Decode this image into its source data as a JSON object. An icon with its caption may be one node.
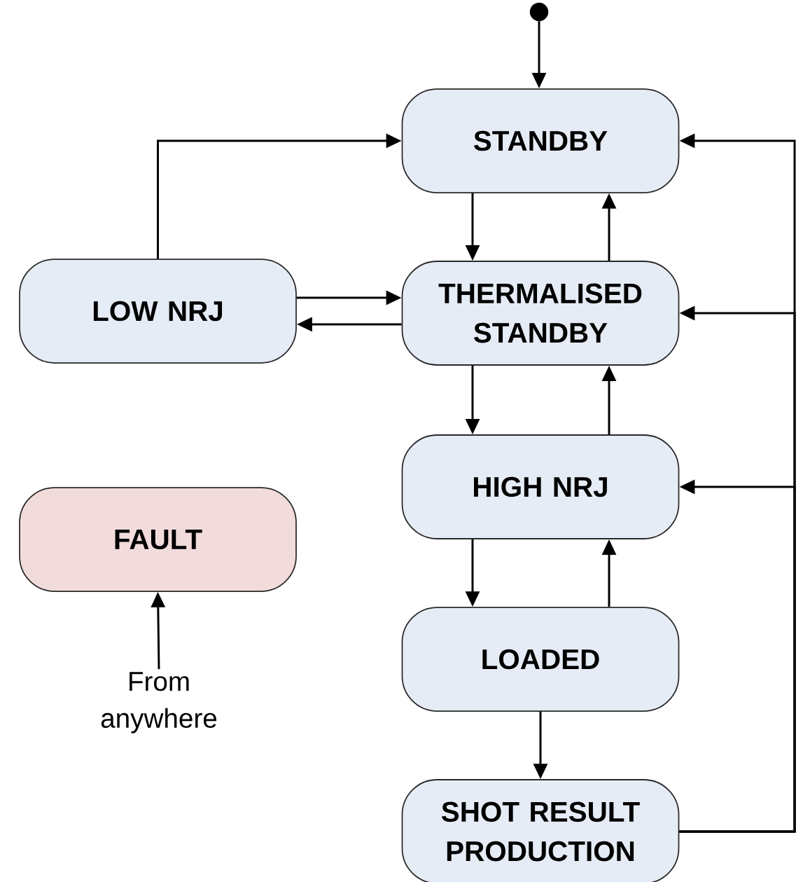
{
  "diagram": {
    "nodes": [
      {
        "text": [],
        "shape": "circle"
      },
      {
        "text": [
          "STANDBY"
        ]
      },
      {
        "text": [
          "THERMALISED STANDBY"
        ]
      },
      {
        "text": [
          "HIGH NRJ"
        ]
      },
      {
        "text": [
          "LOADED"
        ]
      },
      {
        "text": [
          "SHOT RESULT PRODUCTION"
        ]
      },
      {
        "text": [
          "LOW NRJ"
        ]
      },
      {
        "text": [
          "FAULT"
        ]
      },
      {
        "text": [
          "From anywhere"
        ]
      }
    ],
    "edges": [
      {
        "from": 0,
        "to": 1,
        "arrow": "to"
      },
      {
        "from": 6,
        "to": 1,
        "arrow": "to"
      },
      {
        "from": 1,
        "to": 2,
        "arrow": "to"
      },
      {
        "from": 2,
        "to": 1,
        "arrow": "to"
      },
      {
        "from": 6,
        "to": 2,
        "arrow": "to"
      },
      {
        "from": 2,
        "to": 6,
        "arrow": "to"
      },
      {
        "from": 2,
        "to": 3,
        "arrow": "to"
      },
      {
        "from": 3,
        "to": 2,
        "arrow": "to"
      },
      {
        "from": 3,
        "to": 4,
        "arrow": "to"
      },
      {
        "from": 4,
        "to": 3,
        "arrow": "to"
      },
      {
        "from": 4,
        "to": 5,
        "arrow": "to"
      },
      {
        "from": 5,
        "to": 1,
        "arrow": "to"
      },
      {
        "from": 5,
        "to": 2,
        "arrow": "to"
      },
      {
        "from": 5,
        "to": 3,
        "arrow": "to"
      },
      {
        "from": 8,
        "to": 7,
        "arrow": "to"
      }
    ]
  }
}
